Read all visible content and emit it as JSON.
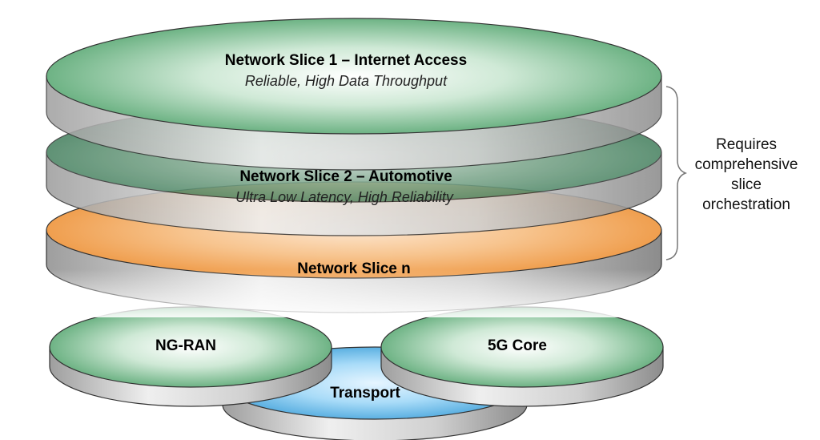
{
  "slices": [
    {
      "title": "Network Slice 1 – Internet Access",
      "subtitle": "Reliable, High Data Throughput"
    },
    {
      "title": "Network Slice 2 – Automotive",
      "subtitle": "Ultra Low Latency, High Reliability"
    },
    {
      "title": "Network Slice n"
    }
  ],
  "bracket_note": [
    "Requires",
    "comprehensive",
    "slice",
    "orchestration"
  ],
  "infrastructure": {
    "ran": "NG-RAN",
    "core": "5G Core",
    "transport": "Transport"
  },
  "colors": {
    "slice1": "#5aa874",
    "slice2": "#3f7c5a",
    "slicen": "#f0a254",
    "transport": "#6fb9e6",
    "infra": "#5aa874",
    "disk_side": "#b8b8b8"
  }
}
